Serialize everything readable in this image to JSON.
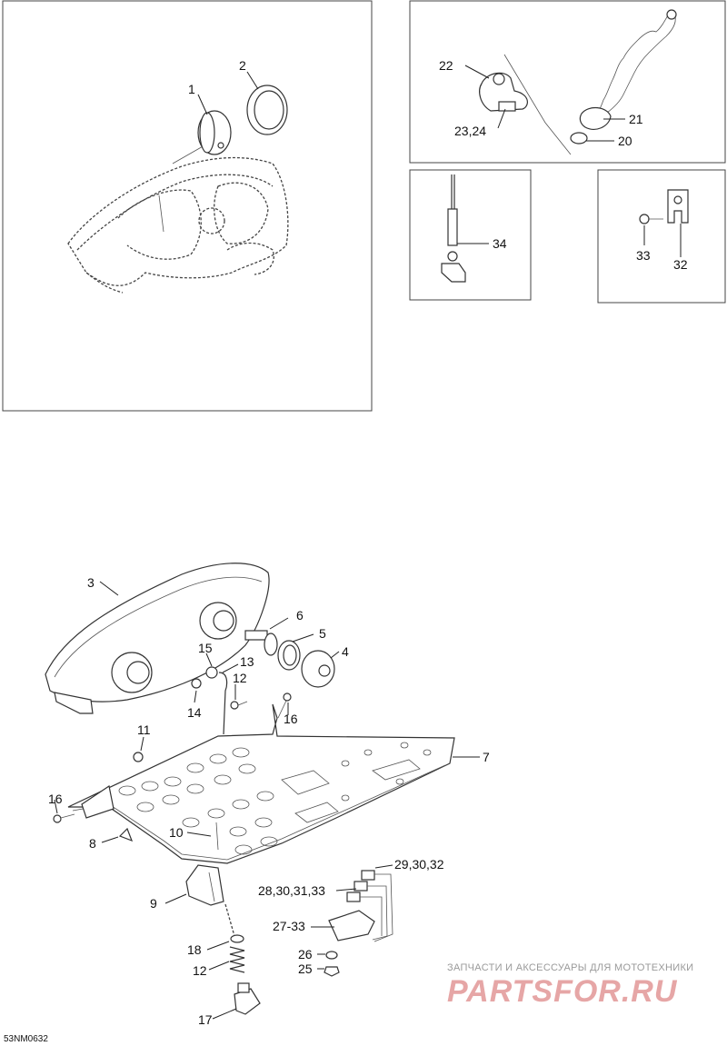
{
  "diagram_code": "53NM0632",
  "watermark": {
    "line1": "ЗАПЧАСТИ И АКСЕССУАРЫ ДЛЯ МОТОТЕХНИКИ",
    "line2": "PARTSFOR.RU"
  },
  "callouts": {
    "c1": "1",
    "c2": "2",
    "c3": "3",
    "c4": "4",
    "c5": "5",
    "c6": "6",
    "c7": "7",
    "c8": "8",
    "c9": "9",
    "c10": "10",
    "c11": "11",
    "c12a": "12",
    "c12b": "12",
    "c13": "13",
    "c14": "14",
    "c15": "15",
    "c16a": "16",
    "c16b": "16",
    "c17": "17",
    "c18": "18",
    "c20": "20",
    "c21": "21",
    "c22": "22",
    "c23_24": "23,24",
    "c25": "25",
    "c26": "26",
    "c27_33": "27-33",
    "c28_33": "28,30,31,33",
    "c29_32": "29,30,32",
    "c32": "32",
    "c33": "33",
    "c34": "34"
  }
}
